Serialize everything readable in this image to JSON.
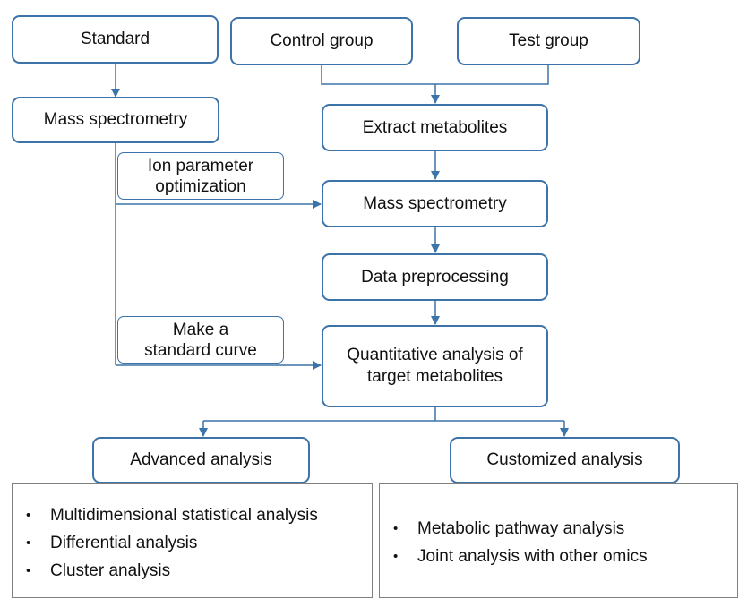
{
  "colors": {
    "accent": "#3c73a8",
    "panel_border": "#7f7f7f",
    "text": "#111111"
  },
  "nodes": {
    "standard": "Standard",
    "control_group": "Control group",
    "test_group": "Test group",
    "mass_spec_left": "Mass spectrometry",
    "extract_metabolites": "Extract metabolites",
    "ion_param_line1": "Ion parameter",
    "ion_param_line2": "optimization",
    "mass_spec_center": "Mass spectrometry",
    "data_preprocessing": "Data preprocessing",
    "standard_curve_line1": "Make a",
    "standard_curve_line2": "standard curve",
    "quant_line1": "Quantitative analysis of",
    "quant_line2": "target metabolites",
    "advanced": "Advanced analysis",
    "customized": "Customized analysis"
  },
  "advanced_items": [
    "Multidimensional  statistical analysis",
    "Differential analysis",
    "Cluster analysis"
  ],
  "customized_items": [
    "Metabolic pathway analysis",
    "Joint analysis with other omics"
  ],
  "bullet_symbol": "•"
}
